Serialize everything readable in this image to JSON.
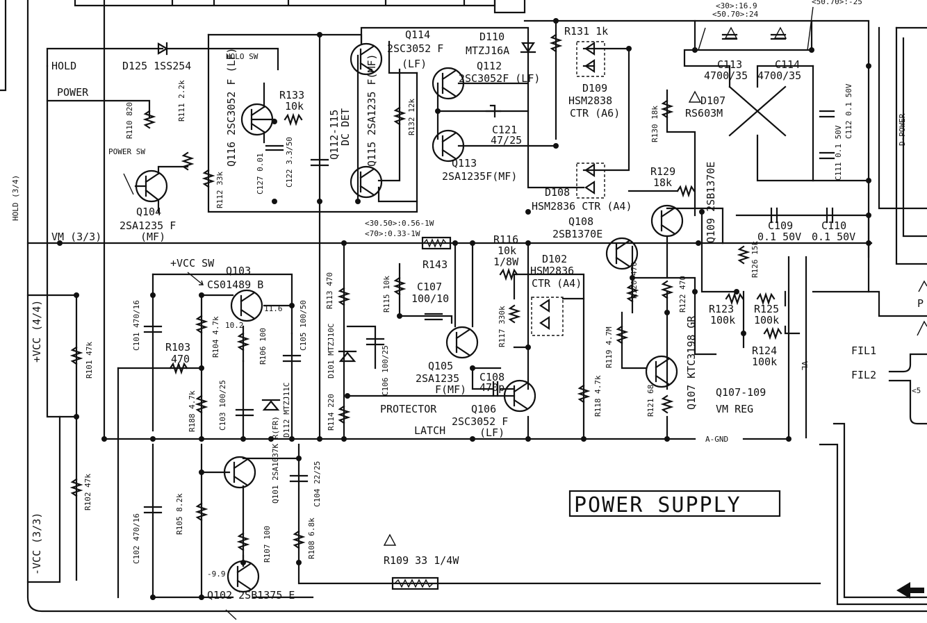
{
  "title": "POWER SUPPLY",
  "nets": {
    "hold": "HOLD",
    "power": "POWER",
    "hold_ref": "HOLD (3/4)",
    "vm": "VM (3/3)",
    "vcc_pos": "+VCC (4/4)",
    "vcc_neg": "-VCC (3/3)",
    "vcc_sw": "+VCC SW",
    "a_gnd": "A-GND",
    "vl": "VL",
    "fil1": "FIL1",
    "fil2": "FIL2",
    "d_power": "D-POWER"
  },
  "notes": {
    "q112_115": "Q112-115",
    "dc_det": "DC DET",
    "protector": "PROTECTOR",
    "latch": "LATCH",
    "q107_109": "Q107-109",
    "vm_reg": "VM REG",
    "r143_v1": "<30.50>:0.56-1W",
    "r143_v2": "<70>:0.33-1W",
    "v_top1": "<30>:16.9",
    "v_top2": "<50.70>:24",
    "v_top3": "<50.70>:-25",
    "v_q103_a": "11.6",
    "v_q103_b": "10.2",
    "v_q102": "-9.9"
  },
  "parts": {
    "d125": "D125 1SS254",
    "holo_sw": "HOLO SW",
    "power_sw": "POWER SW",
    "r110": "R110 820",
    "r111": "R111 2.2k",
    "q104": "Q104",
    "q104_type": "2SA1235 F",
    "q104_rank": "(MF)",
    "r112": "R112 33k",
    "q116": "Q116 2SC3052 F (LF)",
    "r133": "R133",
    "r133_val": "10k",
    "c127": "C127 0.01",
    "c122": "C122 3.3/50",
    "q114": "Q114",
    "q114_type": "2SC3052 F",
    "q114_rank": "(LF)",
    "q115": "Q115 2SA1235 F(MF)",
    "r132": "R132 12k",
    "d110": "D110",
    "d110_type": "MTZJ16A",
    "q112": "Q112",
    "q112_type": "2SC3052F (LF)",
    "c121": "C121",
    "c121_val": "47/25",
    "q113": "Q113",
    "q113_type": "2SA1235F(MF)",
    "r131": "R131 1k",
    "d109": "D109",
    "d109_type": "HSM2838",
    "d109_ctr": "CTR (A6)",
    "d108": "D108",
    "d108_type": "HSM2836 CTR (A4)",
    "r130": "R130 18k",
    "r129": "R129",
    "r129_val": "18k",
    "d107": "D107",
    "d107_type": "RS603M",
    "c113": "C113",
    "c113_val": "4700/35",
    "c114": "C114",
    "c114_val": "4700/35",
    "c112": "C112 0.1 50V",
    "c111": "C111 0.1 50V",
    "c109": "C109",
    "c109_val": "0.1 50V",
    "c110": "C110",
    "c110_val": "0.1 50V",
    "q109": "Q109 2SB1370E",
    "q108": "Q108",
    "q108_type": "2SB1370E",
    "r126": "R126 15k",
    "r123": "R123",
    "r123_val": "100k",
    "r125": "R125",
    "r125_val": "100k",
    "r124": "R124",
    "r124_val": "100k",
    "r120": "R120 470",
    "r122": "R122 470",
    "r119": "R119 4.7M",
    "q107": "Q107 KTC3198 GR",
    "r121": "R121 68",
    "r118": "R118 4.7k",
    "d102": "D102",
    "d102_type": "HSM2836",
    "d102_ctr": "CTR (A4)",
    "r117": "R117 330k",
    "r116": "R116",
    "r116_val": "10k",
    "r116_w": "1/8W",
    "r143": "R143",
    "r113": "R113 470",
    "r115": "R115 10k",
    "c107": "C107",
    "c107_val": "100/10",
    "d101": "D101 MTZJ10C",
    "c106": "C106 100/25",
    "q105": "Q105",
    "q105_type": "2SA1235",
    "q105_rank": "F(MF)",
    "c108": "C108",
    "c108_val": "470p",
    "q106": "Q106",
    "q106_type": "2SC3052 F",
    "q106_rank": "(LF)",
    "r114": "R114 220",
    "q103": "Q103",
    "q103_type": "CS01489 B",
    "c101": "C101 470/16",
    "r101": "R101 47k",
    "r103": "R103",
    "r103_val": "470",
    "r104": "R104 4.7k",
    "r106": "R106 100",
    "c105": "C105 100/50",
    "r188": "R188 4.7k",
    "c103": "C103 100/25",
    "d112": "D112 MTZJ11C",
    "q101": "Q101 2SA1037K R(FR)",
    "c104": "C104 22/25",
    "r102": "R102 47k",
    "c102": "C102 470/16",
    "r105": "R105 8.2k",
    "r107": "R107 100",
    "r108": "R108 6.8k",
    "q102": "Q102 2SB1375 E",
    "r109": "R109 33 1/4W"
  },
  "edge_labels": {
    "right_p": "P",
    "right_s": "<5"
  }
}
